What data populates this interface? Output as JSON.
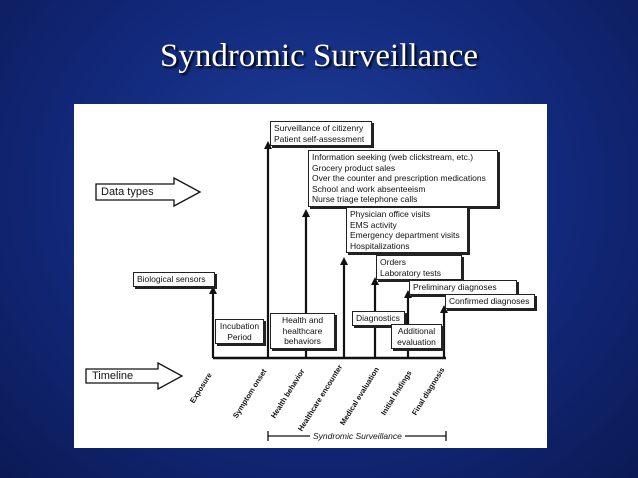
{
  "slide": {
    "title": "Syndromic Surveillance"
  },
  "diagram": {
    "data_types_label": "Data types",
    "timeline_label": "Timeline",
    "biological_sensors": "Biological sensors",
    "surveillance_box": [
      "Surveillance of citizenry",
      "Patient self-assessment"
    ],
    "information_box": [
      "Information seeking (web clickstream, etc.)",
      "Grocery product sales",
      "Over the counter and prescription medications",
      "School and work absenteeism",
      "Nurse triage telephone calls"
    ],
    "physician_box": [
      "Physician office visits",
      "EMS activity",
      "Emergency department visits",
      "Hospitalizations"
    ],
    "orders_box": [
      "Orders",
      "Laboratory tests"
    ],
    "preliminary_diagnoses": "Preliminary diagnoses",
    "confirmed_diagnoses": "Confirmed diagnoses",
    "diagnostics": "Diagnostics",
    "incubation_box": [
      "Incubation",
      "Period"
    ],
    "health_box": [
      "Health and",
      "healthcare",
      "behaviors"
    ],
    "additional_box": [
      "Additional",
      "evaluation"
    ],
    "timeline_ticks": [
      "Exposure",
      "Symptom onset",
      "Health behavior",
      "Healthcare encounter",
      "Medical evaluation",
      "Initial findings",
      "Final diagnosis"
    ],
    "syndromic_surveillance": "Syndromic Surveillance"
  }
}
